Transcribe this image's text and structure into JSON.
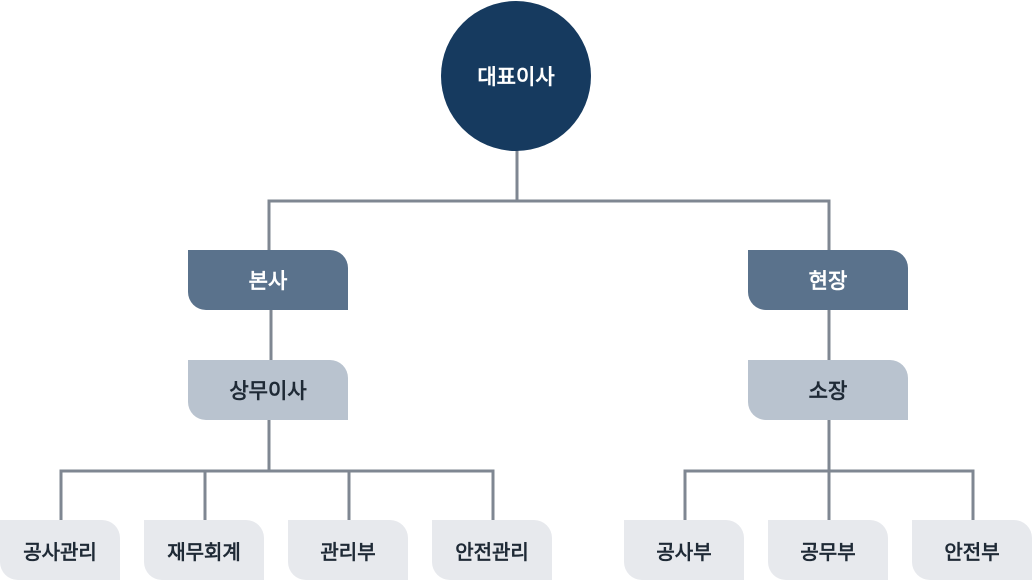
{
  "org_chart": {
    "ceo": "대표이사",
    "branches": [
      {
        "name": "본사",
        "sub": "상무이사",
        "departments": [
          "공사관리",
          "재무회계",
          "관리부",
          "안전관리"
        ]
      },
      {
        "name": "현장",
        "sub": "소장",
        "departments": [
          "공사부",
          "공무부",
          "안전부"
        ]
      }
    ]
  },
  "colors": {
    "ceo_fill": "#163a5f",
    "tier1_fill": "#5a728c",
    "tier2_fill": "#b9c3cf",
    "leaf_fill": "#e7e9ed",
    "connector": "#7f8792"
  }
}
